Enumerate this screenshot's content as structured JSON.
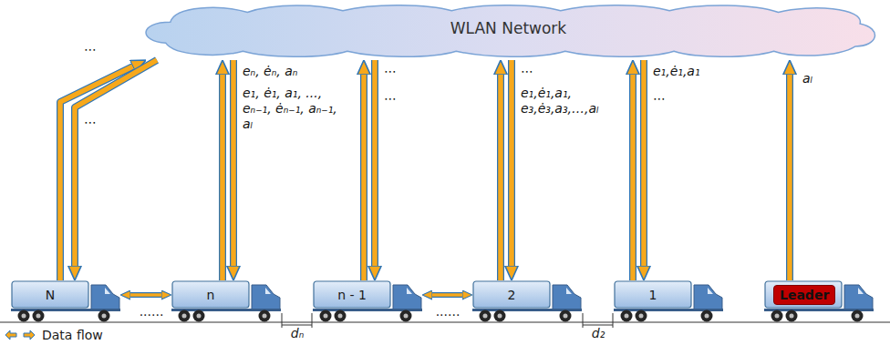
{
  "diagram": {
    "nodes": [
      {
        "text": [
          "WLAN Network"
        ]
      },
      {
        "text": [
          "N"
        ]
      },
      {
        "text": [
          "n"
        ]
      },
      {
        "text": [
          "n - 1"
        ]
      },
      {
        "text": [
          "2"
        ]
      },
      {
        "text": [
          "1"
        ]
      },
      {
        "text": [
          "Leader"
        ]
      }
    ],
    "edges": [
      {
        "from": 1,
        "to": 0,
        "arrow": "to",
        "label": "⋯"
      },
      {
        "from": 0,
        "to": 1,
        "arrow": "to",
        "label": "⋯"
      },
      {
        "from": 2,
        "to": 0,
        "arrow": "to",
        "label": "eₙ, ėₙ, aₙ"
      },
      {
        "from": 0,
        "to": 2,
        "arrow": "to",
        "label": "e₁, ė₁, a₁, ..., eₙ₋₁, ėₙ₋₁, aₙ₋₁, aₗ"
      },
      {
        "from": 3,
        "to": 0,
        "arrow": "to",
        "label": "⋯"
      },
      {
        "from": 0,
        "to": 3,
        "arrow": "to",
        "label": "⋯"
      },
      {
        "from": 4,
        "to": 0,
        "arrow": "to",
        "label": "⋯"
      },
      {
        "from": 0,
        "to": 4,
        "arrow": "to",
        "label": "e₁,ė₁,a₁, e₃,ė₃,a₃,…,aₗ"
      },
      {
        "from": 5,
        "to": 0,
        "arrow": "to",
        "label": "e₁,ė₁,a₁"
      },
      {
        "from": 0,
        "to": 5,
        "arrow": "to",
        "label": "⋯"
      },
      {
        "from": 6,
        "to": 0,
        "arrow": "to",
        "label": "aₗ"
      },
      {
        "from": 1,
        "to": 2,
        "arrow": "both"
      },
      {
        "from": 3,
        "to": 4,
        "arrow": "both"
      }
    ],
    "labels": [
      "......",
      "......",
      "dₙ",
      "d₂"
    ],
    "legend": [
      {
        "text": "Data flow"
      }
    ]
  }
}
